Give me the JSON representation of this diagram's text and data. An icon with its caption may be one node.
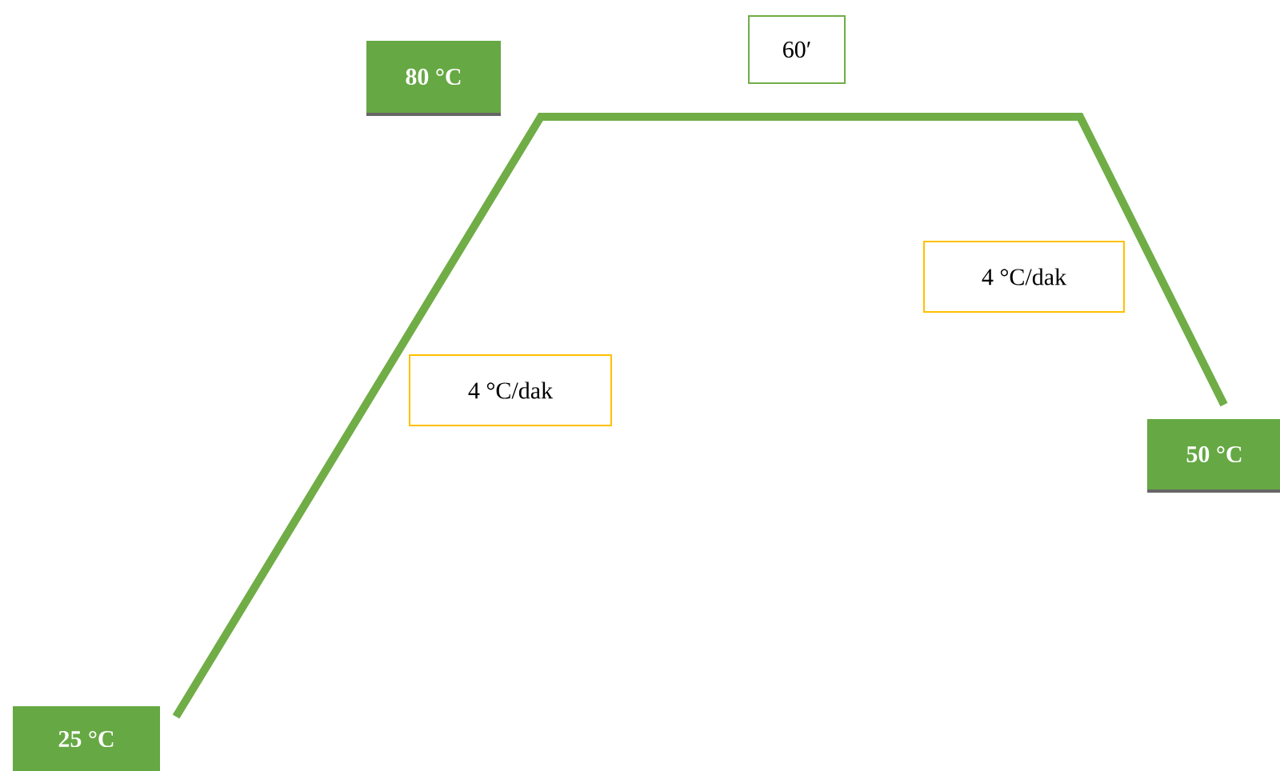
{
  "diagram": {
    "nodes": [
      {
        "text": [
          "80 °C"
        ]
      },
      {
        "text": [
          "60′"
        ]
      },
      {
        "text": [
          "4 °C/dak"
        ]
      },
      {
        "text": [
          "4 °C/dak"
        ]
      },
      {
        "text": [
          "50 °C"
        ]
      },
      {
        "text": [
          "25 °C"
        ]
      }
    ]
  }
}
